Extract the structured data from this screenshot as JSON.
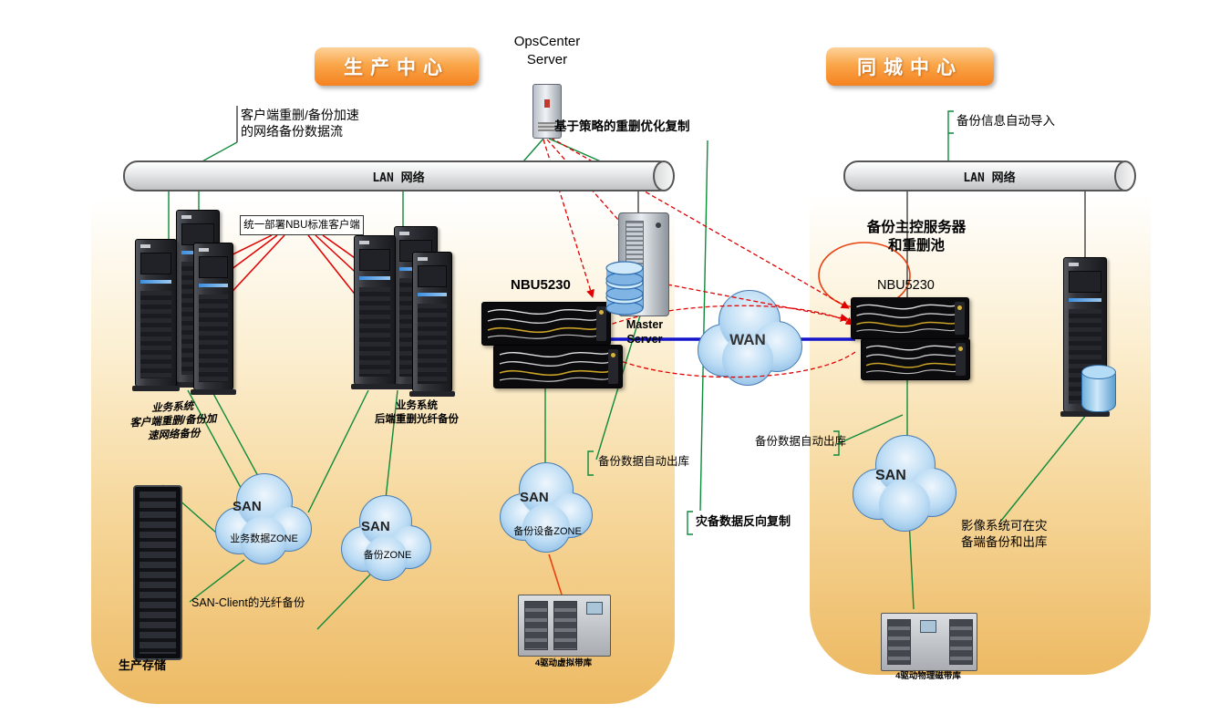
{
  "titles": {
    "production": "生产中心",
    "city": "同城中心"
  },
  "ops_center": {
    "label": "OpsCenter\nServer"
  },
  "lan": {
    "left_label": "LAN 网络",
    "right_label": "LAN 网络"
  },
  "devices": {
    "nbu_left_model": "NBU5230",
    "nbu_right_model": "NBU5230",
    "master_server": "Master\nServer",
    "prod_storage": "生产存储",
    "tape_left": "4驱动虚拟带库",
    "tape_right": "4驱动物理磁带库"
  },
  "clouds": {
    "wan": "WAN",
    "san_biz": {
      "label": "SAN",
      "zone": "业务数据ZONE"
    },
    "san_backup": {
      "label": "SAN",
      "zone": "备份ZONE"
    },
    "san_device": {
      "label": "SAN",
      "zone": "备份设备ZONE"
    },
    "san_right": {
      "label": "SAN"
    }
  },
  "annotations": {
    "client_dedup_flow": "客户端重删/备份加速\n的网络备份数据流",
    "nbu_client_box": "统一部署NBU标准客户端",
    "policy_replication": "基于策略的重删优化复制",
    "backup_info_import": "备份信息自动导入",
    "backup_master_label": "备份主控服务器\n和重删池",
    "biz_left": "业务系统\n客户端重删/备份加\n速网络备份",
    "biz_mid": "业务系统\n后端重删光纤备份",
    "auto_out_left": "备份数据自动出库",
    "auto_out_right": "备份数据自动出库",
    "reverse_replication": "灾备数据反向复制",
    "san_client": "SAN-Client的光纤备份",
    "image_system": "影像系统可在灾\n备端备份和出库"
  },
  "colors": {
    "panel_orange": "#edba64",
    "badge_orange": "#f58220",
    "line_green": "#0e8a3a",
    "line_red": "#e00000",
    "line_blue": "#1515cc",
    "line_orange": "#e8420e",
    "cloud_blue": "#8bbce6"
  }
}
